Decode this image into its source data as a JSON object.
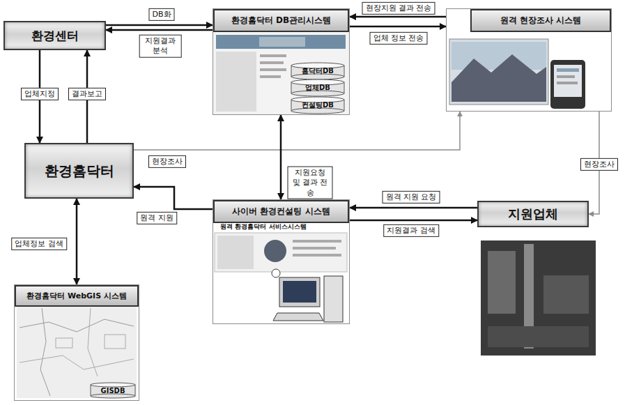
{
  "diagram": {
    "nodes": [
      {
        "text": [
          "환경센터"
        ]
      },
      {
        "text": [
          "환경홈닥터 DB관리시스템"
        ]
      },
      {
        "text": [
          "원격 현장조사 시스템"
        ]
      },
      {
        "text": [
          "환경홈닥터"
        ]
      },
      {
        "text": [
          "사이버 환경컨설팅 시스템"
        ]
      },
      {
        "text": [
          "지원업체"
        ]
      },
      {
        "text": [
          "환경홈닥터 WebGIS 시스템"
        ]
      }
    ],
    "edges": [
      {
        "from": 0,
        "to": 1,
        "label": "DB화",
        "arrow": "to"
      },
      {
        "from": 1,
        "to": 0,
        "label": "지원결과 분석",
        "arrow": "to"
      },
      {
        "from": 2,
        "to": 1,
        "label": "현장지원 결과 전송",
        "arrow": "to"
      },
      {
        "from": 1,
        "to": 2,
        "label": "업체 정보 전송",
        "arrow": "to"
      },
      {
        "from": 0,
        "to": 3,
        "label": "업체지정",
        "arrow": "to"
      },
      {
        "from": 3,
        "to": 0,
        "label": "결과보고",
        "arrow": "to"
      },
      {
        "from": 3,
        "to": 2,
        "label": "현장조사",
        "arrow": "to"
      },
      {
        "from": 2,
        "to": 5,
        "label": "현장조사",
        "arrow": "to"
      },
      {
        "from": 1,
        "to": 4,
        "label": "지원요청 및 결과 전송",
        "arrow": "both"
      },
      {
        "from": 4,
        "to": 3,
        "label": "원격 지원",
        "arrow": "to"
      },
      {
        "from": 5,
        "to": 4,
        "label": "원격 지원 요청",
        "arrow": "to"
      },
      {
        "from": 4,
        "to": 5,
        "label": "지원결과 검색",
        "arrow": "to"
      },
      {
        "from": 3,
        "to": 6,
        "label": "업체정보 검색",
        "arrow": "both"
      }
    ],
    "labels": [
      "홈닥터DB",
      "업체DB",
      "컨설팅DB",
      "원격 환경홈닥터 서비스시스템",
      "GISDB"
    ]
  }
}
